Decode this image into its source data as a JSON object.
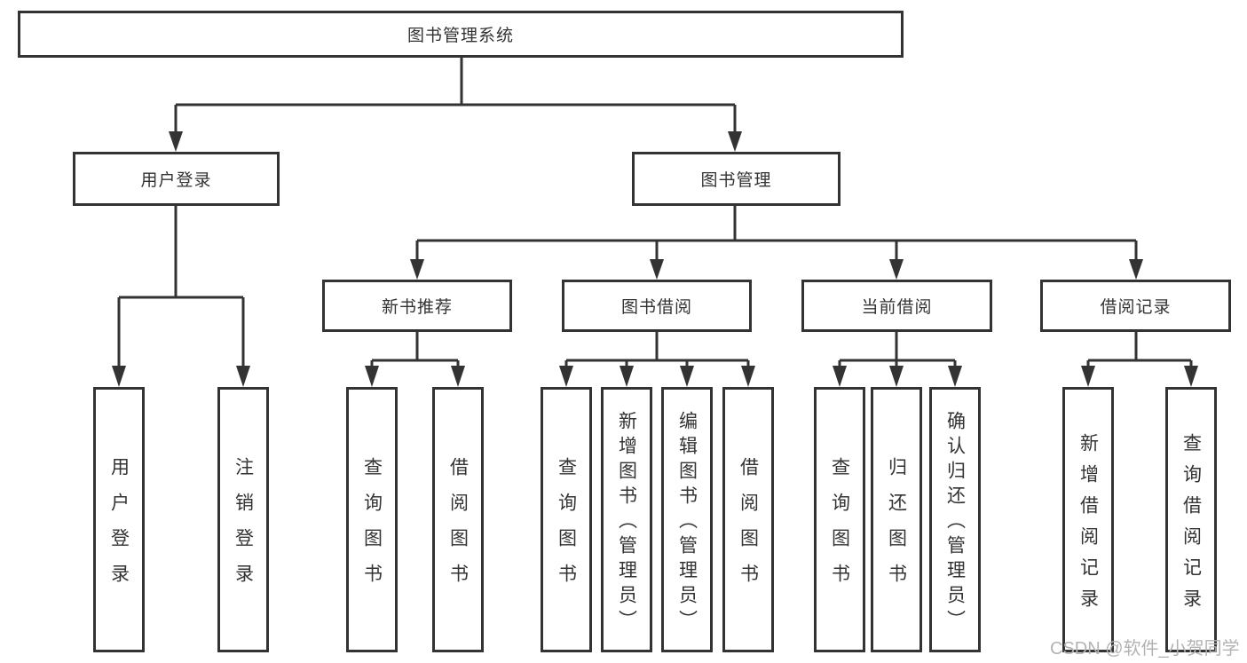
{
  "diagram": {
    "root": "图书管理系统",
    "level2": {
      "user_login": "用户登录",
      "book_mgmt": "图书管理"
    },
    "level3": {
      "new_books": "新书推荐",
      "borrowing": "图书借阅",
      "current": "当前借阅",
      "records": "借阅记录"
    },
    "leaves": {
      "user_login": [
        "用户登录",
        "注销登录"
      ],
      "new_books": [
        "查询图书",
        "借阅图书"
      ],
      "borrowing": [
        "查询图书",
        "新增图书（管理员）",
        "编辑图书（管理员）",
        "借阅图书"
      ],
      "current": [
        "查询图书",
        "归还图书",
        "确认归还（管理员）"
      ],
      "records": [
        "新增借阅记录",
        "查询借阅记录"
      ]
    }
  },
  "watermark": {
    "text": "CSDN @软件_小贺同学"
  },
  "colors": {
    "line": "#333333",
    "text": "#333333",
    "watermark": "#b3b3b3",
    "background": "#ffffff"
  }
}
